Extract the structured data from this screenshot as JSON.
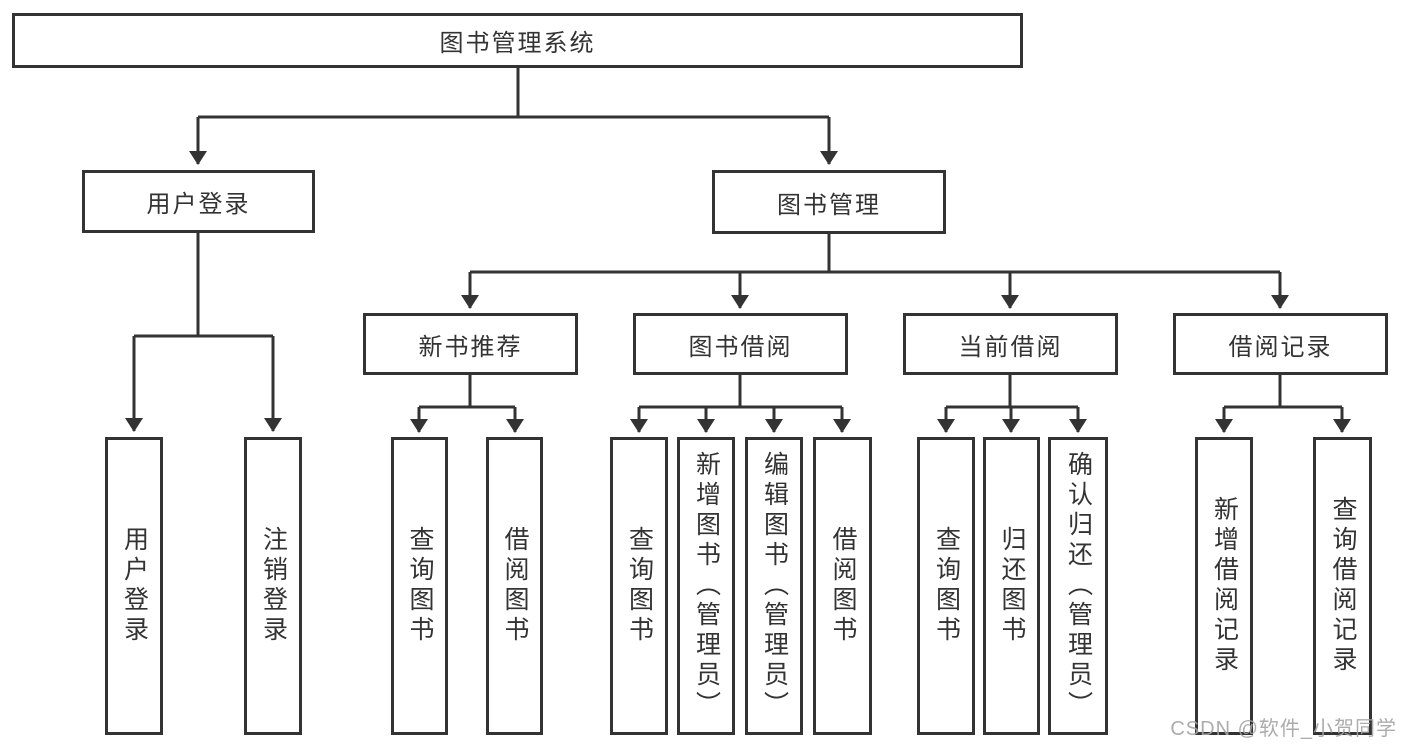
{
  "diagram": {
    "root": {
      "label": "图书管理系统",
      "children": [
        {
          "label": "用户登录",
          "children": [
            {
              "label": "用户登录"
            },
            {
              "label": "注销登录"
            }
          ]
        },
        {
          "label": "图书管理",
          "children": [
            {
              "label": "新书推荐",
              "children": [
                {
                  "label": "查询图书"
                },
                {
                  "label": "借阅图书"
                }
              ]
            },
            {
              "label": "图书借阅",
              "children": [
                {
                  "label": "查询图书"
                },
                {
                  "label": "新增图书（管理员）"
                },
                {
                  "label": "编辑图书（管理员）"
                },
                {
                  "label": "借阅图书"
                }
              ]
            },
            {
              "label": "当前借阅",
              "children": [
                {
                  "label": "查询图书"
                },
                {
                  "label": "归还图书"
                },
                {
                  "label": "确认归还（管理员）"
                }
              ]
            },
            {
              "label": "借阅记录",
              "children": [
                {
                  "label": "新增借阅记录"
                },
                {
                  "label": "查询借阅记录"
                }
              ]
            }
          ]
        }
      ]
    }
  },
  "watermark": {
    "text": "CSDN @软件_小贺同学"
  },
  "colors": {
    "line": "#333333",
    "box_border": "#333333",
    "text": "#333333",
    "background": "#ffffff",
    "watermark": "#a3a3a3"
  }
}
